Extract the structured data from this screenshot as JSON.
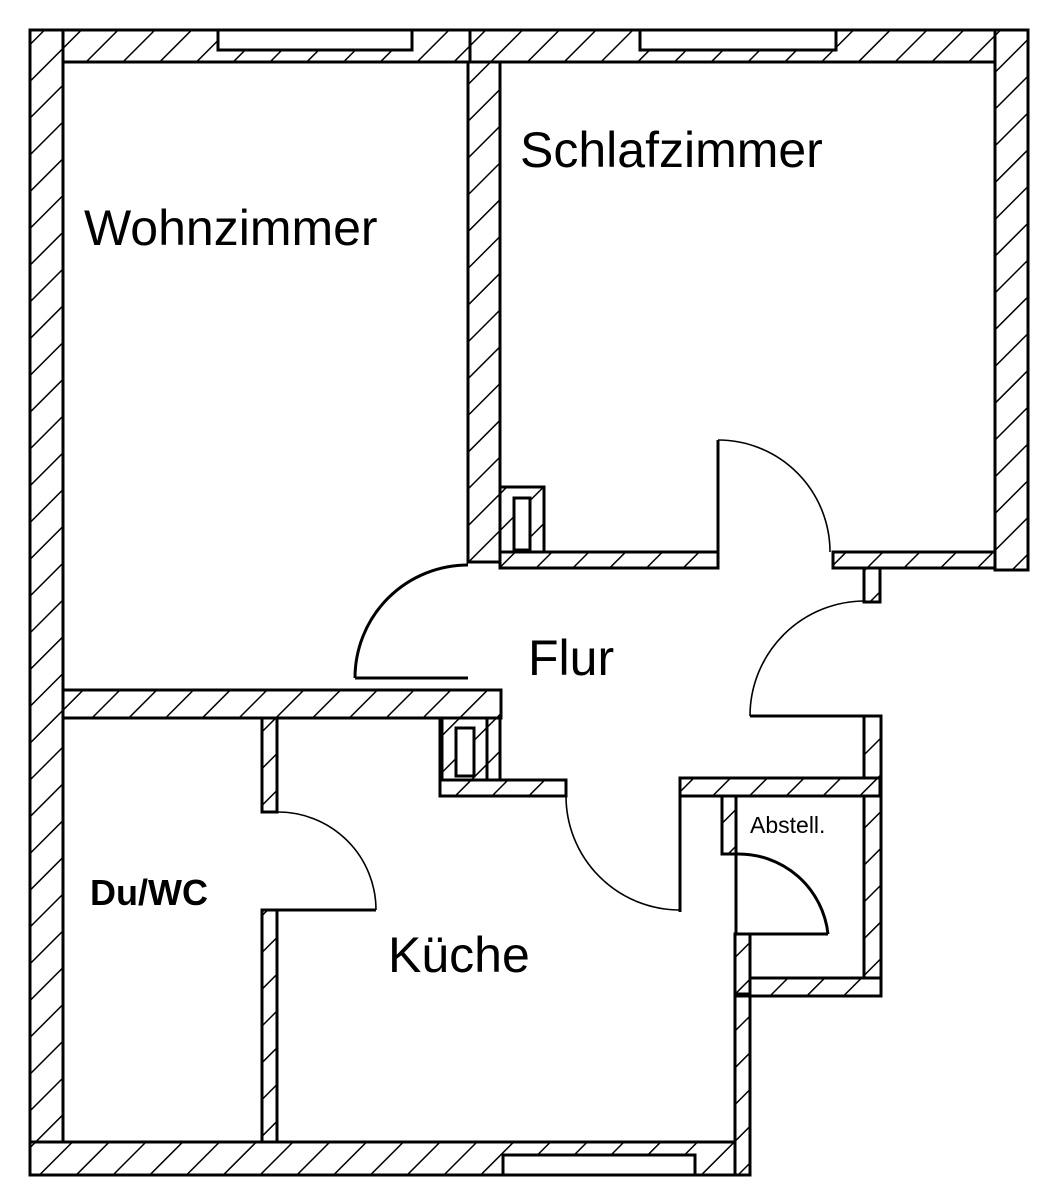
{
  "title": "Grundriss",
  "rooms": {
    "wohnzimmer": "Wohnzimmer",
    "schlafzimmer": "Schlafzimmer",
    "flur": "Flur",
    "du_wc": "Du/WC",
    "kueche": "Küche",
    "abstell": "Abstell."
  },
  "colors": {
    "ink": "#000000",
    "paper": "#ffffff"
  }
}
